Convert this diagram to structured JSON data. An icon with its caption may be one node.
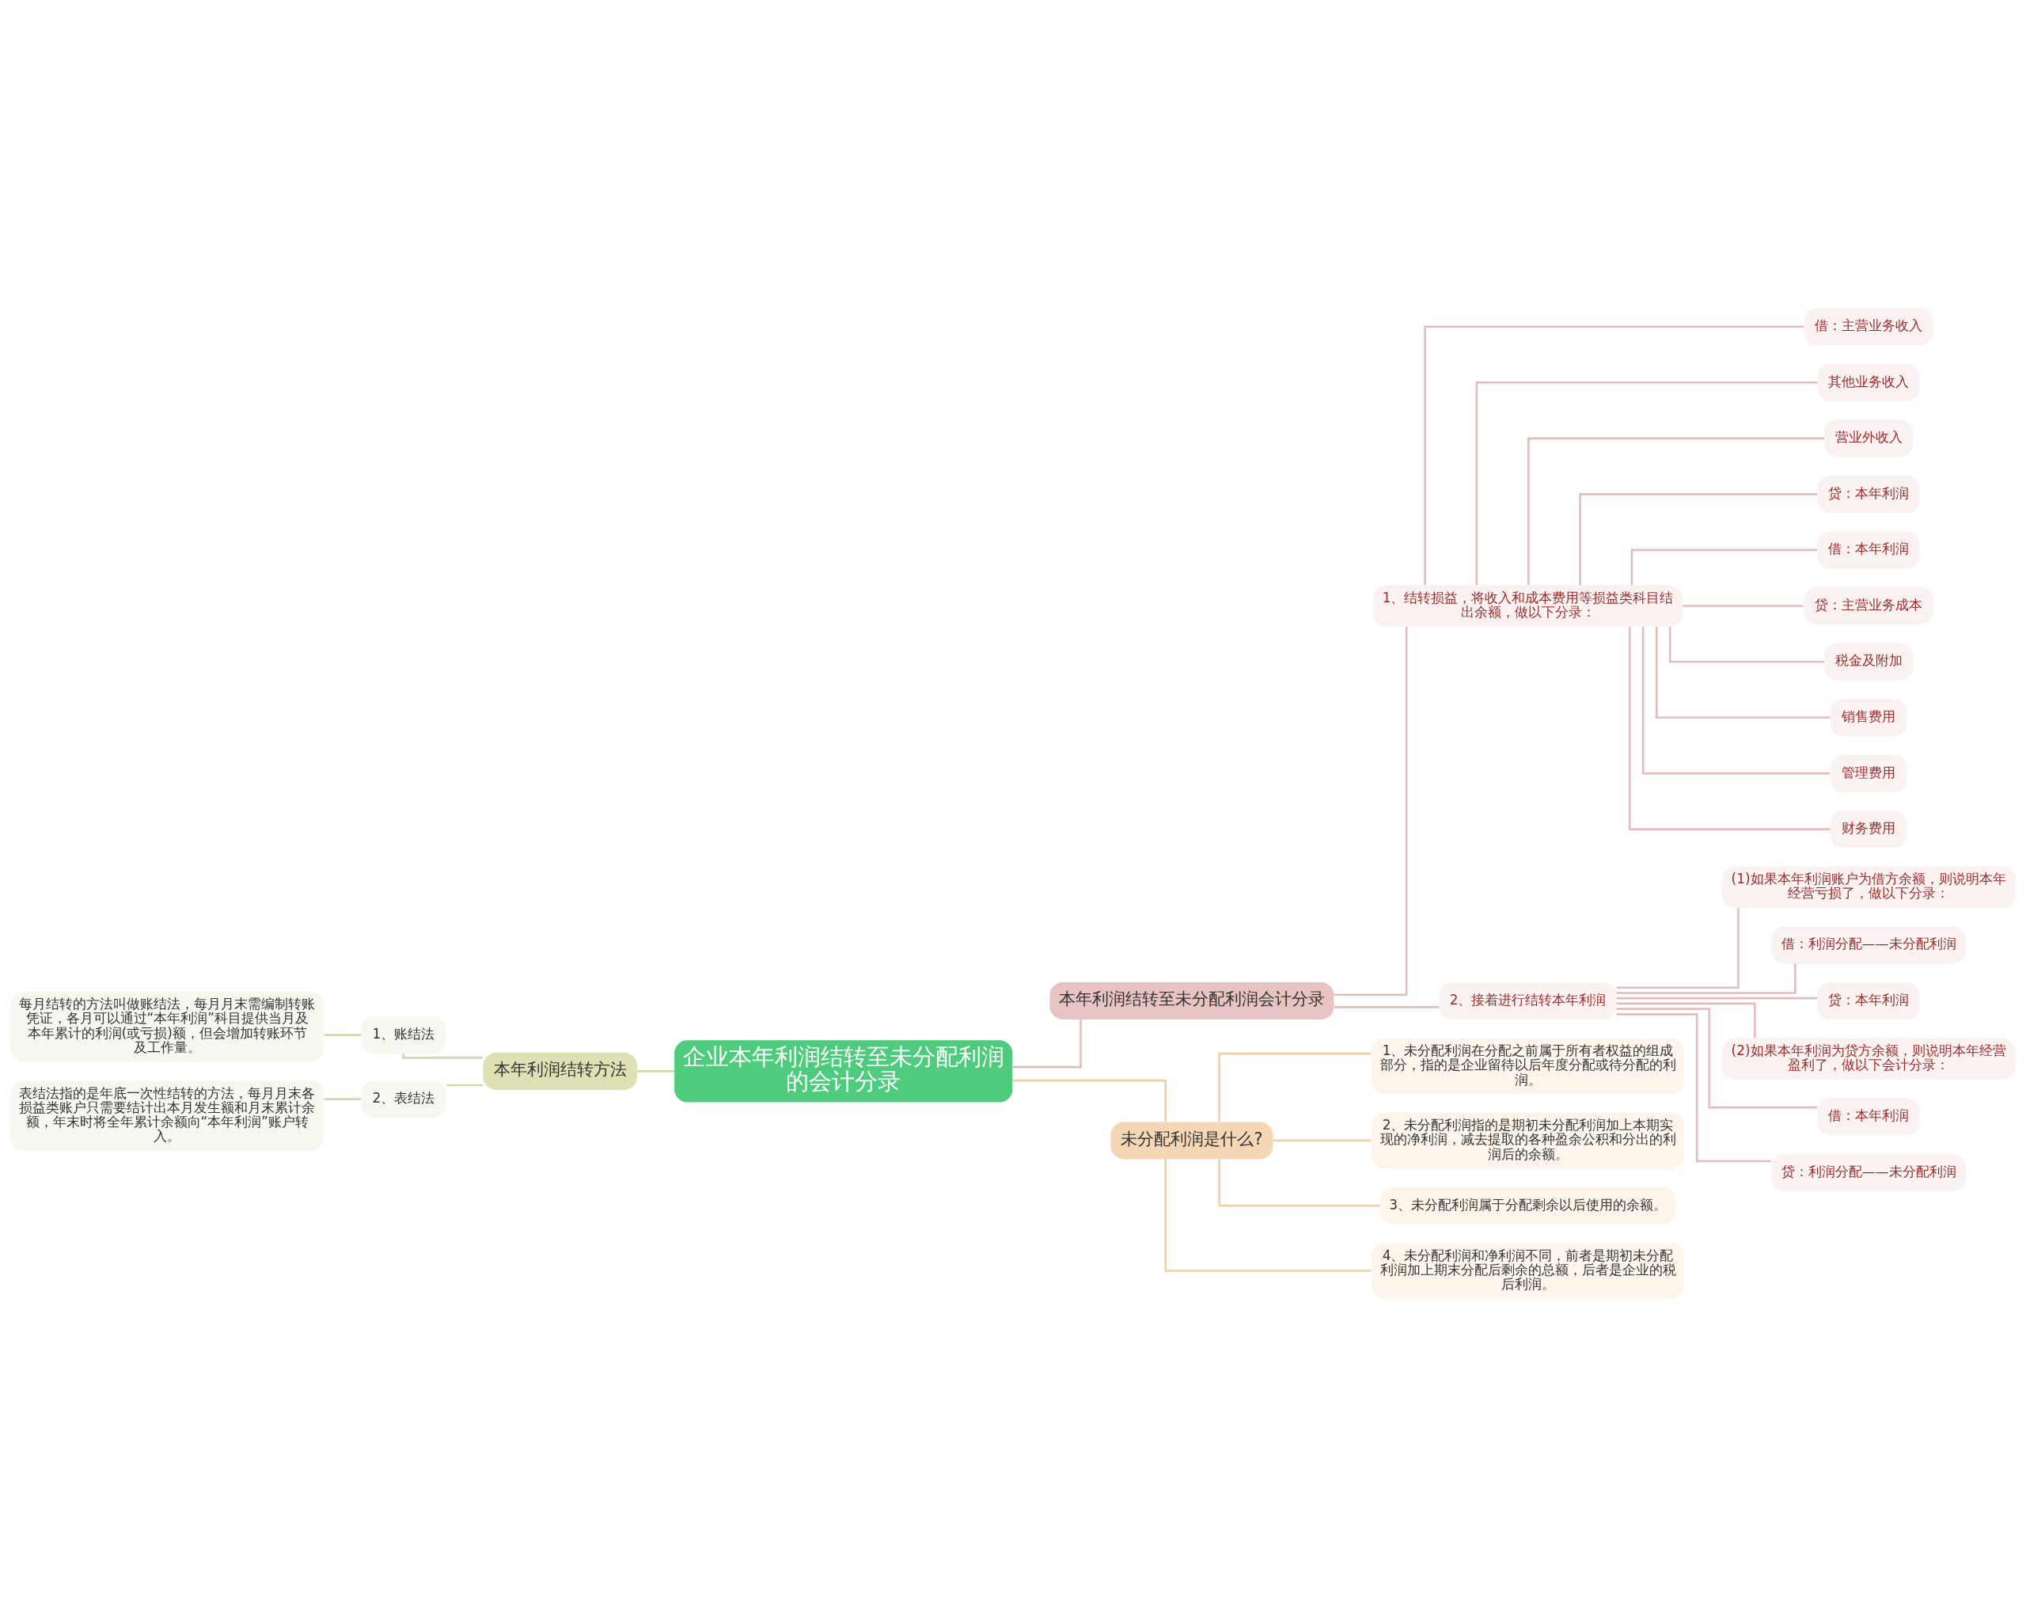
{
  "diagram": {
    "nodes": [
      {
        "text": [
          "企业本年利润结转至未分配利润的会计分录"
        ]
      },
      {
        "text": [
          "本年利润结转方法"
        ]
      },
      {
        "text": [
          "1、账结法"
        ]
      },
      {
        "text": [
          "每月结转的方法叫做账结法，每月月末需编制转账凭证，各月可以通过“本年利润”科目提供当月及本年累计的利润(或亏损)额，但会增加转账环节及工作量。"
        ]
      },
      {
        "text": [
          "2、表结法"
        ]
      },
      {
        "text": [
          "表结法指的是年底一次性结转的方法，每月月末各损益类账户只需要结计出本月发生额和月末累计余额，年末时将全年累计余额向“本年利润”账户转入。"
        ]
      },
      {
        "text": [
          "本年利润结转至未分配利润会计分录"
        ]
      },
      {
        "text": [
          "1、结转损益，将收入和成本费用等损益类科目结出余额，做以下分录："
        ]
      },
      {
        "text": [
          "借：主营业务收入"
        ]
      },
      {
        "text": [
          "其他业务收入"
        ]
      },
      {
        "text": [
          "营业外收入"
        ]
      },
      {
        "text": [
          "贷：本年利润"
        ]
      },
      {
        "text": [
          "借：本年利润"
        ]
      },
      {
        "text": [
          "贷：主营业务成本"
        ]
      },
      {
        "text": [
          "税金及附加"
        ]
      },
      {
        "text": [
          "销售费用"
        ]
      },
      {
        "text": [
          "管理费用"
        ]
      },
      {
        "text": [
          "财务费用"
        ]
      },
      {
        "text": [
          "2、接着进行结转本年利润"
        ]
      },
      {
        "text": [
          "(1)如果本年利润账户为借方余额，则说明本年经营亏损了，做以下分录："
        ]
      },
      {
        "text": [
          "借：利润分配——未分配利润"
        ]
      },
      {
        "text": [
          "贷：本年利润"
        ]
      },
      {
        "text": [
          "(2)如果本年利润为贷方余额，则说明本年经营盈利了，做以下会计分录："
        ]
      },
      {
        "text": [
          "借：本年利润"
        ]
      },
      {
        "text": [
          "贷：利润分配——未分配利润"
        ]
      },
      {
        "text": [
          "未分配利润是什么?"
        ]
      },
      {
        "text": [
          "1、未分配利润在分配之前属于所有者权益的组成部分，指的是企业留待以后年度分配或待分配的利润。"
        ]
      },
      {
        "text": [
          "2、未分配利润指的是期初未分配利润加上本期实现的净利润，减去提取的各种盈余公积和分出的利润后的余额。"
        ]
      },
      {
        "text": [
          "3、未分配利润属于分配剩余以后使用的余额。"
        ]
      },
      {
        "text": [
          "4、未分配利润和净利润不同，前者是期初未分配利润加上期末分配后剩余的总额，后者是企业的税后利润。"
        ]
      }
    ],
    "edges": [
      {
        "from": 0,
        "to": 1,
        "arrow": "none",
        "color": "#d3d7a9"
      },
      {
        "from": 1,
        "to": 2,
        "arrow": "none",
        "color": "#d3d7a9"
      },
      {
        "from": 2,
        "to": 3,
        "arrow": "none",
        "color": "#d3d7a9"
      },
      {
        "from": 1,
        "to": 4,
        "arrow": "none",
        "color": "#d3d7a9"
      },
      {
        "from": 4,
        "to": 5,
        "arrow": "none",
        "color": "#d3d7a9"
      },
      {
        "from": 0,
        "to": 6,
        "arrow": "none"
      },
      {
        "from": 6,
        "to": 7,
        "arrow": "none"
      },
      {
        "from": 7,
        "to": 8,
        "arrow": "none"
      },
      {
        "from": 7,
        "to": 9,
        "arrow": "none"
      },
      {
        "from": 7,
        "to": 10,
        "arrow": "none"
      },
      {
        "from": 7,
        "to": 11,
        "arrow": "none"
      },
      {
        "from": 7,
        "to": 12,
        "arrow": "none"
      },
      {
        "from": 7,
        "to": 13,
        "arrow": "none"
      },
      {
        "from": 7,
        "to": 14,
        "arrow": "none"
      },
      {
        "from": 7,
        "to": 15,
        "arrow": "none"
      },
      {
        "from": 7,
        "to": 16,
        "arrow": "none"
      },
      {
        "from": 7,
        "to": 17,
        "arrow": "none"
      },
      {
        "from": 6,
        "to": 18,
        "arrow": "none"
      },
      {
        "from": 18,
        "to": 19,
        "arrow": "none"
      },
      {
        "from": 18,
        "to": 20,
        "arrow": "none"
      },
      {
        "from": 18,
        "to": 21,
        "arrow": "none"
      },
      {
        "from": 18,
        "to": 22,
        "arrow": "none"
      },
      {
        "from": 18,
        "to": 23,
        "arrow": "none"
      },
      {
        "from": 18,
        "to": 24,
        "arrow": "none"
      },
      {
        "from": 0,
        "to": 25,
        "arrow": "none",
        "color": "#efcfa6"
      },
      {
        "from": 25,
        "to": 26,
        "arrow": "none",
        "color": "#efcfa6"
      },
      {
        "from": 25,
        "to": 27,
        "arrow": "none",
        "color": "#efcfa6"
      },
      {
        "from": 25,
        "to": 28,
        "arrow": "none",
        "color": "#efcfa6"
      },
      {
        "from": 25,
        "to": 29,
        "arrow": "none",
        "color": "#efcfa6"
      }
    ]
  }
}
